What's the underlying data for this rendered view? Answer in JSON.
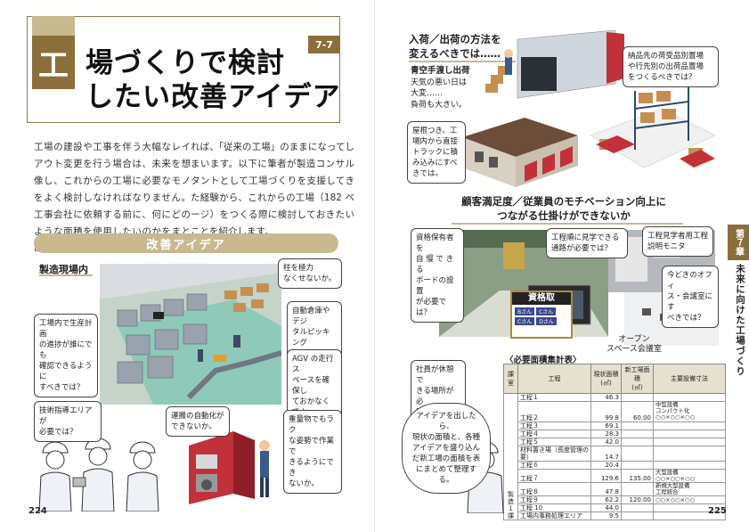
{
  "left": {
    "title_char": "工",
    "title_line1": "場づくりで検討",
    "title_line2": "したい改善アイデア",
    "section_num": "7-7",
    "intro_col1": "工場の建設や工事を伴う大幅なレイアウト変更を行う場合は、未来を想像し、これからの工場に必要なモノをよく検討しなければなりません。工事会社に依頼する前に、何にどのような面積を使用したいのかをまとめてから打合せをしなけ",
    "intro_col2": "れば、「従来の工場」のままになってしまいます。以下に筆者が製造コンサルタントとして工場づくりを支援してきた経験から、これからの工場（182 ページ）をつくる際に検討しておきたいことを紹介します。",
    "kaizen_heading": "改善アイデア",
    "site_label": "製造現場内",
    "callouts": {
      "pillars": "柱を極力\nなくせないか。",
      "monitoring": "工場内で生産計画\nの進捗が誰にでも\n確認できるように\nすべきでは？",
      "warehouse": "自動倉庫やデジ\nタルピッキング\n棚を採用しなく\nてよいか。",
      "agv": "AGV の走行ス\nペースを確保し\nておかなくてよ\nいか。",
      "tech_area": "技術指導エリアが\n必要では？",
      "transport": "運搬の自動化が\nできないか。",
      "heavy": "重量物でもラク\nな姿勢で作業で\nきるようにでき\nないか。"
    },
    "page_number": "224"
  },
  "right": {
    "shipping_heading_l1": "入荷／出荷の方法を",
    "shipping_heading_l2": "変えるべきでは……",
    "weather_title": "青空手渡し出荷",
    "weather_body": "天気の悪い日は\n大変……\n負荷も大きい。",
    "storage_callout": "納品先の荷受品別置場\nや行先別の出荷品置場\nをつくるべきでは？",
    "truck_callout": "屋根つき、工\n場内から直接\nトラックに積\nみ込みにすべ\nきでは。",
    "motivation_heading_l1": "顧客満足度／従業員のモチベーション向上に",
    "motivation_heading_l2": "つながる仕掛けができないか",
    "photo_callouts": {
      "qualification": "資格保有者を\n自 慢 で き る\nボードの設置\nが必要では？",
      "tour": "工程順に見学できる\n通路が必要では？",
      "monitor": "工程見学者用工程\n説明モニタ",
      "office": "今どきのオフィ\nス・会議室にす\nべきでは？",
      "rest": "社員が休憩で\nきる場所が必\n要では？"
    },
    "board_title": "資格取",
    "board_tags": [
      "Bさん",
      "Cさん",
      "Cさん",
      "Dさん"
    ],
    "office_label": "オープン\nスペース会議室",
    "table_title": "〈必要面積集計表〉",
    "table_headers": [
      "課室",
      "工程",
      "現状面積\n(㎡)",
      "新工場面積\n(㎡)",
      "主要設備寸法"
    ],
    "table_group": "製造１課",
    "table_rows": [
      [
        "工程１",
        "46.3",
        "",
        ""
      ],
      [
        "工程２",
        "99.8",
        "60.00",
        "中型設備\nコンパクト化\n○○×○○×○○"
      ],
      [
        "工程３",
        "69.1",
        "",
        ""
      ],
      [
        "工程４",
        "28.3",
        "",
        ""
      ],
      [
        "工程５",
        "42.0",
        "",
        ""
      ],
      [
        "材料置き場（長度管理の要）",
        "14.7",
        "",
        ""
      ],
      [
        "工程６",
        "20.4",
        "",
        ""
      ],
      [
        "工程７",
        "129.6",
        "135.00",
        "大型設備\n○○×○○×○○"
      ],
      [
        "工程８",
        "47.8",
        "",
        "新規大型設備\n工程統合"
      ],
      [
        "工程９",
        "62.2",
        "120.00",
        "○○×○○×○○"
      ],
      [
        "工程 10",
        "44.0",
        "",
        ""
      ],
      [
        "工場内事務処理エリア",
        "9.5",
        "",
        ""
      ]
    ],
    "idea_callout": "アイデアを出したら、\n現状の面積と、各種\nアイデアを盛り込ん\nだ新工場の面積を表\nにまとめて整理する。",
    "chapter_tab": "第７章",
    "chapter_title": "未来に向けた工場づくり",
    "page_number": "225"
  },
  "colors": {
    "accent_brown": "#8a6f3a",
    "accent_beige": "#c8b98f"
  }
}
